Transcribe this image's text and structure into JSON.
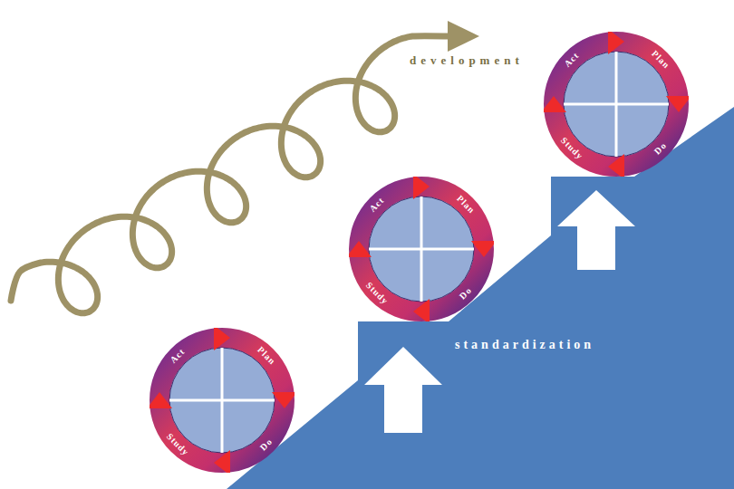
{
  "diagram": {
    "nodes": [
      {
        "text": [
          "Act",
          "Plan",
          "Study",
          "Do"
        ]
      },
      {
        "text": [
          "Act",
          "Plan",
          "Study",
          "Do"
        ]
      },
      {
        "text": [
          "Act",
          "Plan",
          "Study",
          "Do"
        ]
      }
    ],
    "labels": [
      "development",
      "standardization"
    ]
  }
}
